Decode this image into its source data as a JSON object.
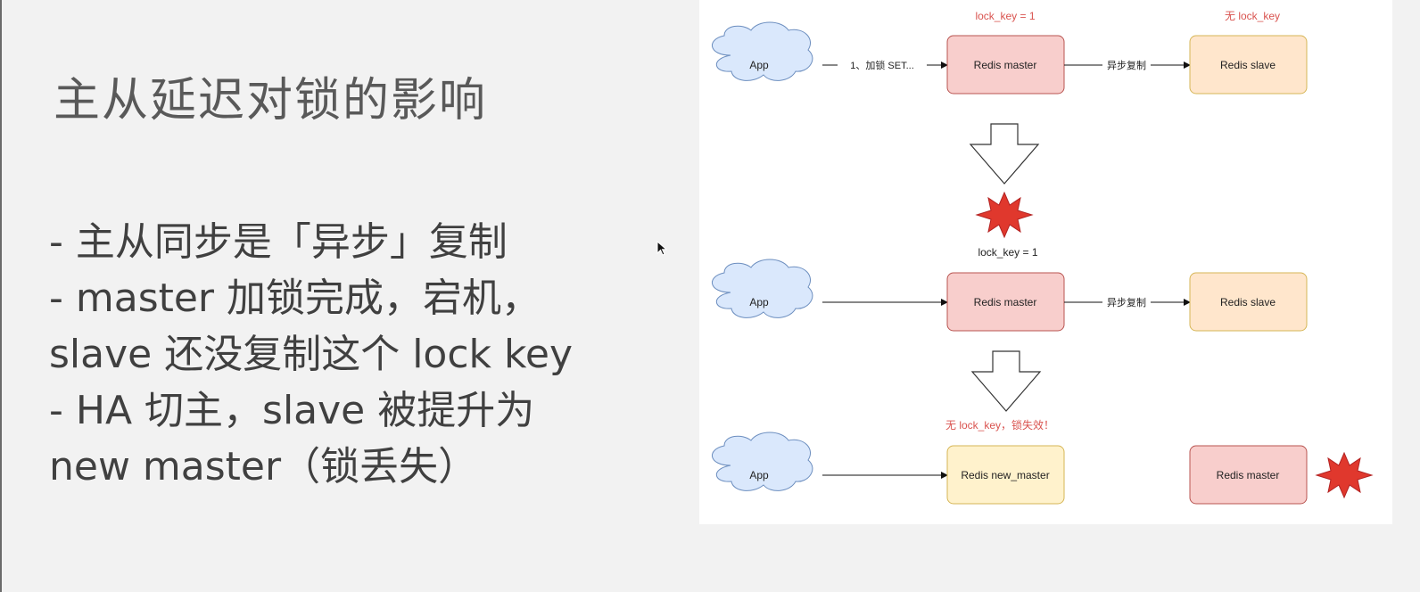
{
  "slide": {
    "title": "主从延迟对锁的影响",
    "bullets": [
      "- 主从同步是「异步」复制",
      "- master 加锁完成，宕机，",
      "slave 还没复制这个 lock key",
      "- HA 切主，slave 被提升为",
      "new master（锁丢失）"
    ]
  },
  "diagram": {
    "colors": {
      "cloud_fill": "#dae8fc",
      "cloud_stroke": "#6c8ebf",
      "master_fill": "#f8cecc",
      "master_stroke": "#b85450",
      "slave_fill": "#ffe6cc",
      "slave_stroke": "#d6b656",
      "new_master_fill": "#fff2cc",
      "new_master_stroke": "#d6b656",
      "star_fill": "#e0382d",
      "star_stroke": "#b22222",
      "note_red": "#d9534f"
    },
    "row1": {
      "app": "App",
      "edge1": "1、加锁 SET...",
      "master": "Redis master",
      "edge2": "异步复制",
      "slave": "Redis slave",
      "master_note": "lock_key = 1",
      "slave_note": "无 lock_key"
    },
    "row2": {
      "app": "App",
      "master": "Redis master",
      "edge2": "异步复制",
      "slave": "Redis slave",
      "master_note": "lock_key = 1"
    },
    "row3": {
      "app": "App",
      "new_master": "Redis new_master",
      "old_master": "Redis master",
      "new_master_note": "无 lock_key，锁失效！"
    }
  }
}
